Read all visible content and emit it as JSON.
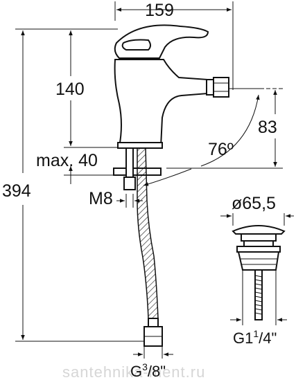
{
  "dimensions": {
    "width": "159",
    "total_height": "394",
    "spout_height": "140",
    "max_deck": "max. 40",
    "outlet_height": "83",
    "angle": "76º",
    "stud": "M8",
    "inlet_thread_prefix": "G",
    "inlet_thread_sup": "3",
    "inlet_thread_sub": "/8\"",
    "waste_diameter": "ø65,5",
    "waste_thread_prefix": "G1",
    "waste_thread_sup": "1",
    "waste_thread_sub": "/4\""
  },
  "watermark": "santehnika-ment.ru"
}
